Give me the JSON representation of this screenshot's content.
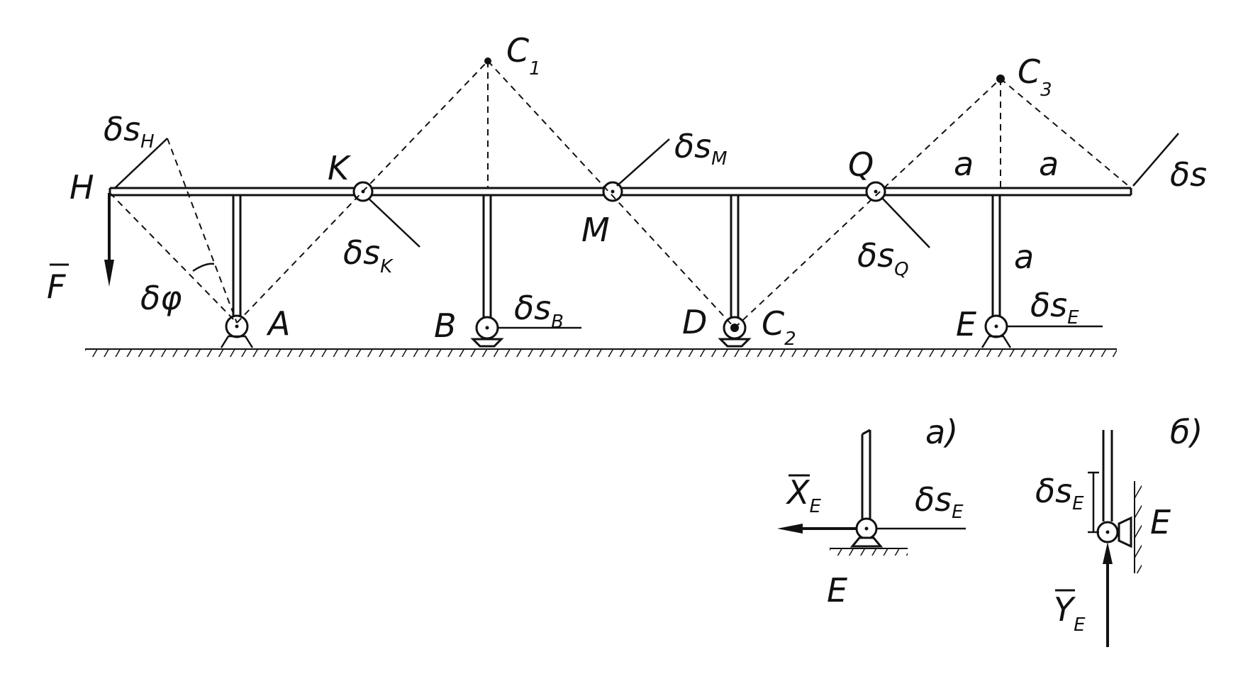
{
  "labels": {
    "C1": "C",
    "C1_sub": "1",
    "C3": "C",
    "C3_sub": "3",
    "C2": "C",
    "C2_sub": "2",
    "H": "H",
    "K": "K",
    "M": "M",
    "Q": "Q",
    "A": "A",
    "B": "B",
    "D": "D",
    "E": "E",
    "F": "F",
    "dphi": "δφ",
    "dsH": "δs",
    "dsH_sub": "H",
    "dsK": "δs",
    "dsK_sub": "K",
    "dsM": "δs",
    "dsM_sub": "M",
    "dsQ": "δs",
    "dsQ_sub": "Q",
    "dsB": "δs",
    "dsB_sub": "B",
    "dsE": "δs",
    "dsE_sub": "E",
    "ds": "δs",
    "a1": "a",
    "a2": "a",
    "a3": "a"
  },
  "inset_a": {
    "tag": "a)",
    "XE": "X",
    "XE_sub": "E",
    "dsE": "δs",
    "dsE_sub": "E",
    "E": "E"
  },
  "inset_b": {
    "tag": "б)",
    "dsE": "δs",
    "dsE_sub": "E",
    "E": "E",
    "YE": "Y",
    "YE_sub": "E"
  }
}
